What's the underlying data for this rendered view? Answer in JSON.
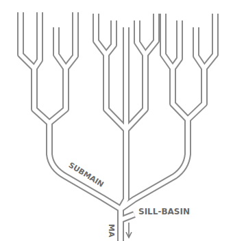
{
  "diagram": {
    "labels": [
      "SUBMAIN",
      "SILL-BASIN",
      "MA"
    ]
  }
}
